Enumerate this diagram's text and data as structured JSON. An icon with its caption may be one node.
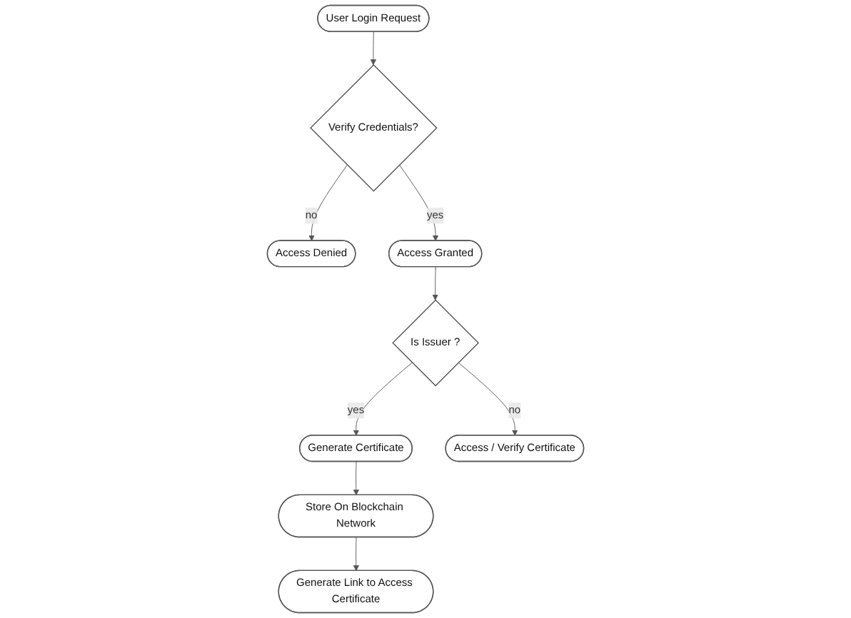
{
  "diagram": {
    "nodes": [
      {
        "text": [
          "User Login Request"
        ]
      },
      {
        "text": [
          "Verify Credentials?"
        ]
      },
      {
        "text": [
          "Access Denied"
        ]
      },
      {
        "text": [
          "Access Granted"
        ]
      },
      {
        "text": [
          "Is Issuer ?"
        ]
      },
      {
        "text": [
          "Generate Certificate"
        ]
      },
      {
        "text": [
          "Access / Verify Certificate"
        ]
      },
      {
        "text": [
          "Store On Blockchain Network"
        ]
      },
      {
        "text": [
          "Generate Link to Access Certificate"
        ]
      }
    ],
    "edges": [
      {
        "from": 0,
        "to": 1,
        "arrow": "to"
      },
      {
        "from": 1,
        "to": 2,
        "arrow": "to",
        "label": "no"
      },
      {
        "from": 1,
        "to": 3,
        "arrow": "to",
        "label": "yes"
      },
      {
        "from": 3,
        "to": 4,
        "arrow": "to"
      },
      {
        "from": 4,
        "to": 5,
        "arrow": "to",
        "label": "yes"
      },
      {
        "from": 4,
        "to": 6,
        "arrow": "to",
        "label": "no"
      },
      {
        "from": 5,
        "to": 7,
        "arrow": "to"
      },
      {
        "from": 7,
        "to": 8,
        "arrow": "to"
      }
    ]
  }
}
